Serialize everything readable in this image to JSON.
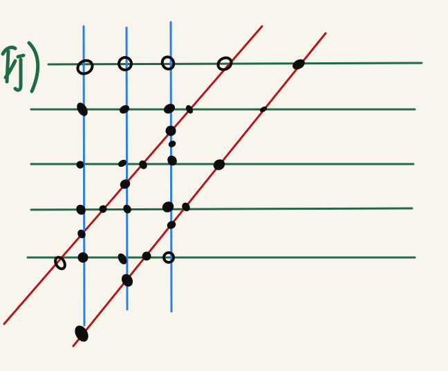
{
  "colors": {
    "background": "#f7f5ec",
    "horizontal_lines": "#1f6b45",
    "vertical_lines": "#2f7fe0",
    "diagonal_lines": "#b5161c",
    "points": "#0d0d0d",
    "handwriting": "#1f6b45"
  },
  "diagram": {
    "handwritten_fragment": "(例)",
    "horizontal_line_count": 5,
    "vertical_line_count": 3,
    "diagonal_line_count": 2
  }
}
